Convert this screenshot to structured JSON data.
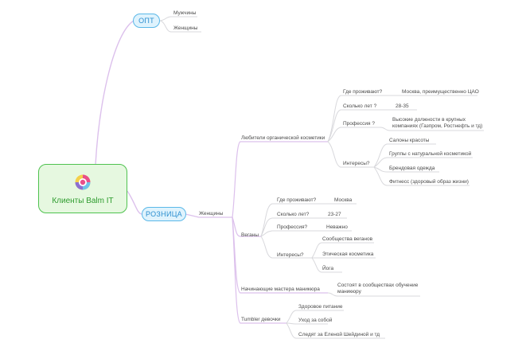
{
  "colors": {
    "root_border": "#4fc24f",
    "root_fill": "#e6f8e0",
    "root_text": "#2e9c2e",
    "branch_border": "#5bb8e8",
    "branch_fill": "#dff3fd",
    "branch_text": "#2d8fd0",
    "link_pink": "#dcc0ec",
    "link_gray": "#d8d8dc",
    "leaf_text": "#4a4a4a"
  },
  "root": {
    "title": "Клиенты Balm IT",
    "logo_icon": "balm-it-logo-icon"
  },
  "opt": {
    "label": "ОПТ",
    "children": [
      "Мужчины",
      "Женщины"
    ]
  },
  "roznica": {
    "label": "РОЗНИЦА",
    "women": {
      "label": "Женщины",
      "organic": {
        "label": "Любители органической косметики",
        "where": {
          "q": "Где проживают?",
          "a": "Москва, преимущественно ЦАО"
        },
        "age": {
          "q": "Сколько лет ?",
          "a": "28-35"
        },
        "profession": {
          "q": "Профессия ?",
          "a": "Высокие должности в крупных компаниях (Газпром, Ростнефть и тд)"
        },
        "interests": {
          "q": "Интересы?",
          "items": [
            "Салоны красоты",
            "Группы с натуральной косметикой",
            "Брендовая одежда",
            "Фитнесс (здоровый образ жизни)"
          ]
        }
      },
      "vegans": {
        "label": "Веганы",
        "where": {
          "q": "Где проживают?",
          "a": "Москва"
        },
        "age": {
          "q": "Сколько лет?",
          "a": "23-27"
        },
        "profession": {
          "q": "Профессия?",
          "a": "Неважно"
        },
        "interests": {
          "q": "Интересы?",
          "items": [
            "Сообщества веганов",
            "Этическая косметика",
            "Йога"
          ]
        }
      },
      "masters": {
        "label": "Начинающие мастера маникюра",
        "detail": "Состоят в сообществах обучение маникюру"
      },
      "tumblr": {
        "label": "Tumbler девочки",
        "items": [
          "Здоровое питание",
          "Уход за собой",
          "Следят за Еленой Шейдиной и тд"
        ]
      }
    }
  }
}
